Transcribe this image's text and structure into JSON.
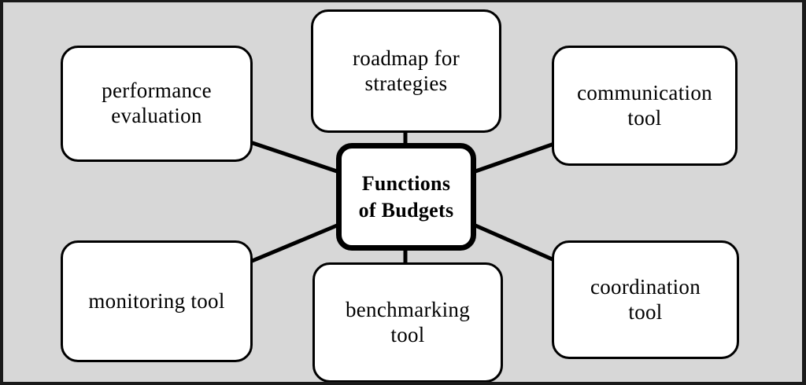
{
  "diagram": {
    "type": "hub-and-spoke mind map",
    "background_color": "#d7d7d7",
    "node_fill_color": "#ffffff",
    "node_border_color": "#000000",
    "center": {
      "label": "Functions\nof Budgets"
    },
    "nodes": [
      {
        "id": "performance-evaluation",
        "label": "performance\nevaluation"
      },
      {
        "id": "roadmap-strategies",
        "label": "roadmap for\nstrategies"
      },
      {
        "id": "communication-tool",
        "label": "communication\ntool"
      },
      {
        "id": "monitoring-tool",
        "label": "monitoring  tool"
      },
      {
        "id": "benchmarking-tool",
        "label": "benchmarking\ntool"
      },
      {
        "id": "coordination-tool",
        "label": "coordination\ntool"
      }
    ],
    "connections": [
      {
        "from": "center",
        "to": "performance-evaluation"
      },
      {
        "from": "center",
        "to": "roadmap-strategies"
      },
      {
        "from": "center",
        "to": "communication-tool"
      },
      {
        "from": "center",
        "to": "monitoring-tool"
      },
      {
        "from": "center",
        "to": "benchmarking-tool"
      },
      {
        "from": "center",
        "to": "coordination-tool"
      }
    ]
  }
}
